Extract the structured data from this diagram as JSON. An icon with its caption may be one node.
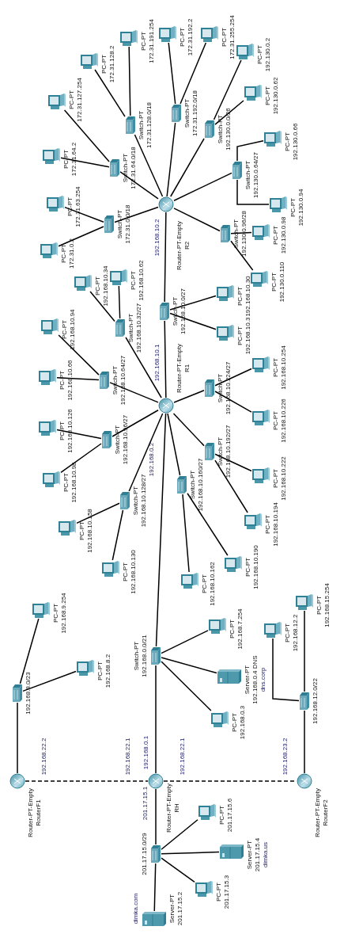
{
  "diagram": {
    "nodes": [
      {
        "text": [
          "Router-PT-Empty",
          "R2"
        ]
      },
      {
        "text": [
          "Switch-PT",
          "172.31.0.0/18"
        ]
      },
      {
        "text": [
          "PC-PT",
          "172.31.63.254"
        ]
      },
      {
        "text": [
          "PC-PT",
          "172.31.0.2"
        ]
      },
      {
        "text": [
          "Switch-PT",
          "172.31.64.0/18"
        ]
      },
      {
        "text": [
          "PC-PT",
          "172.31.64.2"
        ]
      },
      {
        "text": [
          "PC-PT",
          "172.31.127.254"
        ]
      },
      {
        "text": [
          "Switch-PT",
          "172.31.128.0/18"
        ]
      },
      {
        "text": [
          "PC-PT",
          "172.31.128.2"
        ]
      },
      {
        "text": [
          "PC-PT",
          "172.31.191.254"
        ]
      },
      {
        "text": [
          "Switch-PT",
          "172.31.192.0/18"
        ]
      },
      {
        "text": [
          "PC-PT",
          "172.31.192.2"
        ]
      },
      {
        "text": [
          "PC-PT",
          "172.31.255.254"
        ]
      },
      {
        "text": [
          "Switch-PT",
          "192.130.0.0/26"
        ]
      },
      {
        "text": [
          "PC-PT",
          "192.130.0.2"
        ]
      },
      {
        "text": [
          "PC-PT",
          "192.130.0.62"
        ]
      },
      {
        "text": [
          "Switch-PT",
          "192.130.0.64/27"
        ]
      },
      {
        "text": [
          "PC-PT",
          "192.130.0.66"
        ]
      },
      {
        "text": [
          "PC-PT",
          "192.130.0.94"
        ]
      },
      {
        "text": [
          "Switch-PT",
          "192.130.0.96/28"
        ]
      },
      {
        "text": [
          "PC-PT",
          "192.130.0.98"
        ]
      },
      {
        "text": [
          "PC-PT",
          "192.130.0.110"
        ]
      },
      {
        "text": [
          "Switch-PT",
          "192.168.10.0/27"
        ]
      },
      {
        "text": [
          "PC-PT",
          "192.168.10.30"
        ]
      },
      {
        "text": [
          "PC-PT",
          "192.168.10.3"
        ]
      },
      {
        "text": [
          "Router-PT-Empty",
          "R1"
        ]
      },
      {
        "text": [
          "Switch-PT",
          "192.168.10.32/27"
        ]
      },
      {
        "text": [
          "PC-PT",
          "192.168.10.34"
        ]
      },
      {
        "text": [
          "PC-PT",
          "192.168.10.62"
        ]
      },
      {
        "text": [
          "Switch-PT",
          "192.168.10.64/27"
        ]
      },
      {
        "text": [
          "PC-PT",
          "192.168.10.94"
        ]
      },
      {
        "text": [
          "PC-PT",
          "192.168.10.66"
        ]
      },
      {
        "text": [
          "Switch-PT",
          "192.168.10.96/27"
        ]
      },
      {
        "text": [
          "PC-PT",
          "192.168.10.126"
        ]
      },
      {
        "text": [
          "PC-PT",
          "192.168.10.98"
        ]
      },
      {
        "text": [
          "Switch-PT",
          "192.168.10.128/27"
        ]
      },
      {
        "text": [
          "PC-PT",
          "192.168.10.158"
        ]
      },
      {
        "text": [
          "PC-PT",
          "192.168.10.130"
        ]
      },
      {
        "text": [
          "Switch-PT",
          "192.168.10.160/27"
        ]
      },
      {
        "text": [
          "PC-PT",
          "192.168.10.162"
        ]
      },
      {
        "text": [
          "PC-PT",
          "192.168.10.190"
        ]
      },
      {
        "text": [
          "Switch-PT",
          "192.168.10.192/27"
        ]
      },
      {
        "text": [
          "PC-PT",
          "192.168.10.222"
        ]
      },
      {
        "text": [
          "PC-PT",
          "192.168.10.194"
        ]
      },
      {
        "text": [
          "Switch-PT",
          "192.168.10.224/27"
        ]
      },
      {
        "text": [
          "PC-PT",
          "192.168.10.254"
        ]
      },
      {
        "text": [
          "PC-PT",
          "192.168.10.226"
        ]
      },
      {
        "text": [
          "Switch-PT",
          "192.168.0.0/21"
        ]
      },
      {
        "text": [
          "PC-PT",
          "192.168.7.254"
        ]
      },
      {
        "text": [
          "Server-PT",
          "192.168.0.4 DNS"
        ],
        "beside": [
          "dns.corp"
        ]
      },
      {
        "text": [
          "PC-PT",
          "192.168.0.3"
        ]
      },
      {
        "text": [
          "Router-PT-Empty",
          "RH"
        ]
      },
      {
        "text": [
          "Router-PT-Empty",
          "RouterF1"
        ]
      },
      {
        "text": [
          "192.168.8.0/23"
        ]
      },
      {
        "text": [
          "PC-PT",
          "192.168.9.254"
        ]
      },
      {
        "text": [
          "PC-PT",
          "192.168.8.2"
        ]
      },
      {
        "text": [
          "Router-PT-Empty",
          "RouterF2"
        ]
      },
      {
        "text": [
          "192.168.12.0/22"
        ]
      },
      {
        "text": [
          "PC-PT",
          "192.168.12.2"
        ]
      },
      {
        "text": [
          "PC-PT",
          "192.168.15.254"
        ]
      },
      {
        "text": [
          "201.17.15.0/29"
        ]
      },
      {
        "text": [
          "PC-PT",
          "201.17.15.6"
        ]
      },
      {
        "text": [
          "Server-PT",
          "201.17.15.4"
        ],
        "beside": [
          "dimka.us"
        ]
      },
      {
        "text": [
          "PC-PT",
          "201.17.15.3"
        ]
      },
      {
        "text": [
          "Server-PT",
          "201.17.15.2"
        ],
        "beside": [
          "dimka.com"
        ]
      }
    ],
    "edges": [
      {
        "from": 0,
        "to": 1,
        "arrow": "none"
      },
      {
        "from": 1,
        "to": 2,
        "arrow": "none"
      },
      {
        "from": 1,
        "to": 3,
        "arrow": "none"
      },
      {
        "from": 0,
        "to": 4,
        "arrow": "none"
      },
      {
        "from": 4,
        "to": 5,
        "arrow": "none"
      },
      {
        "from": 4,
        "to": 6,
        "arrow": "none"
      },
      {
        "from": 0,
        "to": 7,
        "arrow": "none"
      },
      {
        "from": 7,
        "to": 8,
        "arrow": "none"
      },
      {
        "from": 7,
        "to": 9,
        "arrow": "none"
      },
      {
        "from": 0,
        "to": 10,
        "arrow": "none"
      },
      {
        "from": 10,
        "to": 11,
        "arrow": "none"
      },
      {
        "from": 10,
        "to": 12,
        "arrow": "none"
      },
      {
        "from": 0,
        "to": 13,
        "arrow": "none"
      },
      {
        "from": 13,
        "to": 14,
        "arrow": "none"
      },
      {
        "from": 13,
        "to": 15,
        "arrow": "none"
      },
      {
        "from": 0,
        "to": 16,
        "arrow": "none"
      },
      {
        "from": 16,
        "to": 17,
        "arrow": "none"
      },
      {
        "from": 16,
        "to": 18,
        "arrow": "none"
      },
      {
        "from": 0,
        "to": 19,
        "arrow": "none"
      },
      {
        "from": 19,
        "to": 20,
        "arrow": "none"
      },
      {
        "from": 19,
        "to": 21,
        "arrow": "none"
      },
      {
        "from": 0,
        "to": 22,
        "arrow": "none"
      },
      {
        "from": 22,
        "to": 23,
        "arrow": "none"
      },
      {
        "from": 22,
        "to": 24,
        "arrow": "none"
      },
      {
        "from": 22,
        "to": 25,
        "arrow": "none"
      },
      {
        "from": 25,
        "to": 26,
        "arrow": "none"
      },
      {
        "from": 26,
        "to": 27,
        "arrow": "none"
      },
      {
        "from": 26,
        "to": 28,
        "arrow": "none"
      },
      {
        "from": 25,
        "to": 29,
        "arrow": "none"
      },
      {
        "from": 29,
        "to": 30,
        "arrow": "none"
      },
      {
        "from": 29,
        "to": 31,
        "arrow": "none"
      },
      {
        "from": 25,
        "to": 32,
        "arrow": "none"
      },
      {
        "from": 32,
        "to": 33,
        "arrow": "none"
      },
      {
        "from": 32,
        "to": 34,
        "arrow": "none"
      },
      {
        "from": 25,
        "to": 35,
        "arrow": "none"
      },
      {
        "from": 35,
        "to": 36,
        "arrow": "none"
      },
      {
        "from": 35,
        "to": 37,
        "arrow": "none"
      },
      {
        "from": 25,
        "to": 38,
        "arrow": "none"
      },
      {
        "from": 38,
        "to": 39,
        "arrow": "none"
      },
      {
        "from": 38,
        "to": 40,
        "arrow": "none"
      },
      {
        "from": 25,
        "to": 41,
        "arrow": "none"
      },
      {
        "from": 41,
        "to": 42,
        "arrow": "none"
      },
      {
        "from": 41,
        "to": 43,
        "arrow": "none"
      },
      {
        "from": 25,
        "to": 44,
        "arrow": "none"
      },
      {
        "from": 44,
        "to": 45,
        "arrow": "none"
      },
      {
        "from": 44,
        "to": 46,
        "arrow": "none"
      },
      {
        "from": 25,
        "to": 47,
        "arrow": "none"
      },
      {
        "from": 47,
        "to": 48,
        "arrow": "none"
      },
      {
        "from": 47,
        "to": 49,
        "arrow": "none"
      },
      {
        "from": 47,
        "to": 50,
        "arrow": "none"
      },
      {
        "from": 47,
        "to": 51,
        "arrow": "none"
      },
      {
        "from": 52,
        "to": 51,
        "arrow": "none",
        "style": "dashed"
      },
      {
        "from": 51,
        "to": 56,
        "arrow": "none",
        "style": "dashed"
      },
      {
        "from": 52,
        "to": 53,
        "arrow": "none"
      },
      {
        "from": 53,
        "to": 54,
        "arrow": "none"
      },
      {
        "from": 53,
        "to": 55,
        "arrow": "none"
      },
      {
        "from": 56,
        "to": 57,
        "arrow": "none"
      },
      {
        "from": 57,
        "to": 58,
        "arrow": "none"
      },
      {
        "from": 57,
        "to": 59,
        "arrow": "none"
      },
      {
        "from": 51,
        "to": 60,
        "arrow": "none"
      },
      {
        "from": 60,
        "to": 61,
        "arrow": "none"
      },
      {
        "from": 60,
        "to": 62,
        "arrow": "none"
      },
      {
        "from": 60,
        "to": 63,
        "arrow": "none"
      },
      {
        "from": 60,
        "to": 64,
        "arrow": "none"
      }
    ],
    "labels": [
      "192.168.10.2",
      "192.168.10.1",
      "192.168.0.2",
      "192.168.22.2",
      "192.168.22.1",
      "192.168.0.1",
      "192.168.22.1",
      "192.168.23.2",
      "201.17.15.1"
    ]
  }
}
